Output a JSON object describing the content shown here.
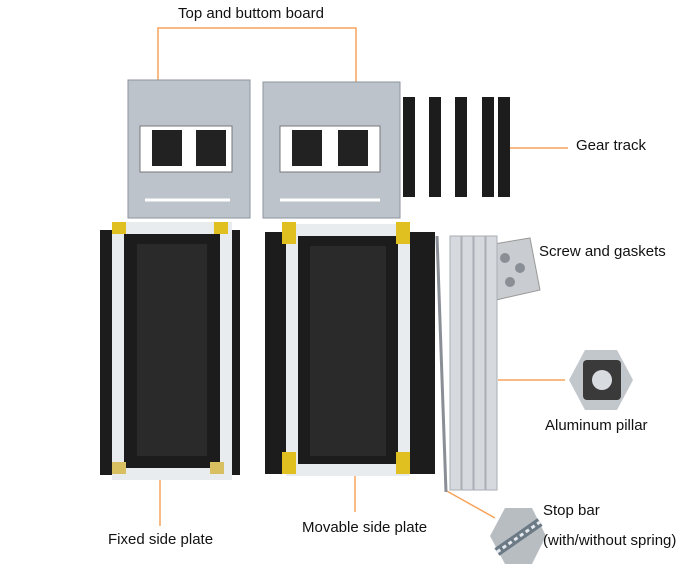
{
  "labels": {
    "top_bottom_board": "Top and buttom board",
    "gear_track": "Gear track",
    "screw_gaskets": "Screw and gaskets",
    "aluminum_pillar": "Aluminum pillar",
    "stop_bar": "Stop bar",
    "stop_bar_note": "(with/without spring)",
    "fixed_side_plate": "Fixed side plate",
    "movable_side_plate": "Movable side plate"
  },
  "colors": {
    "leader": "#f7a35c",
    "metal": "#b9c0c8",
    "rubber": "#1c1c1c",
    "frame": "#e8ecef",
    "bracket": "#e0c020"
  }
}
